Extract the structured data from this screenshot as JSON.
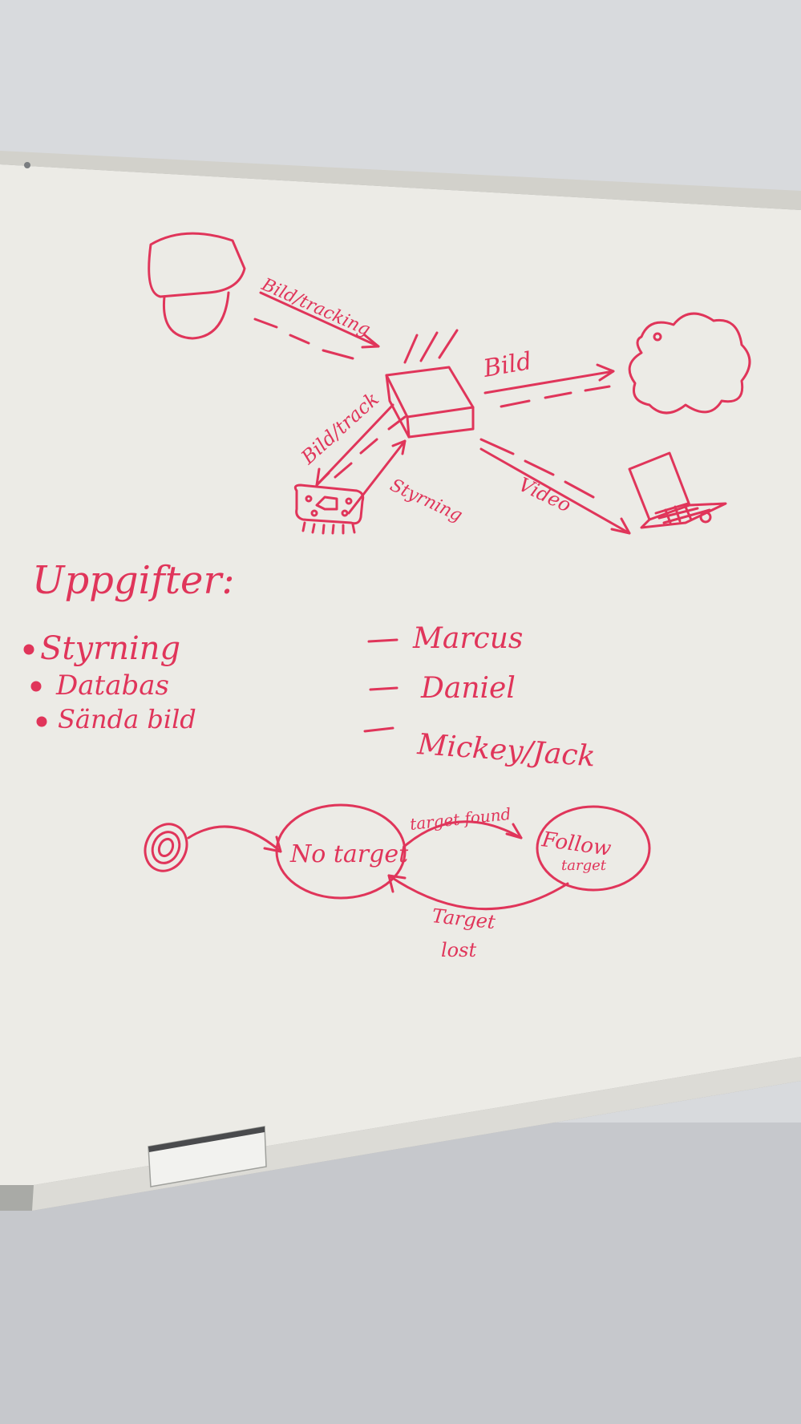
{
  "colors": {
    "wall": "#c9ccd1",
    "board": "#ecebe6",
    "frame": "#b9bab5",
    "ink": "#e0355a"
  },
  "diagram": {
    "labels": {
      "bild_tracking": "Bild/tracking",
      "bild_to_cloud": "Bild",
      "bild_track": "Bild/track",
      "styrning": "Styrning",
      "video": "Video"
    }
  },
  "tasks": {
    "heading": "Uppgifter:",
    "items": [
      {
        "task": "Styrning",
        "owner": "Marcus"
      },
      {
        "task": "Databas",
        "owner": "Daniel"
      },
      {
        "task": "Sända bild",
        "owner": "Mickey/Jack"
      }
    ]
  },
  "state_machine": {
    "states": {
      "no_target": "No target",
      "follow_line1": "Follow",
      "follow_line2": "target"
    },
    "transitions": {
      "target_found": "target found",
      "target_lost_line1": "Target",
      "target_lost_line2": "lost"
    }
  },
  "icons": [
    "camera-icon",
    "router-box-icon",
    "cloud-icon",
    "laptop-icon",
    "circuit-board-icon",
    "start-state-icon",
    "eraser-icon"
  ]
}
